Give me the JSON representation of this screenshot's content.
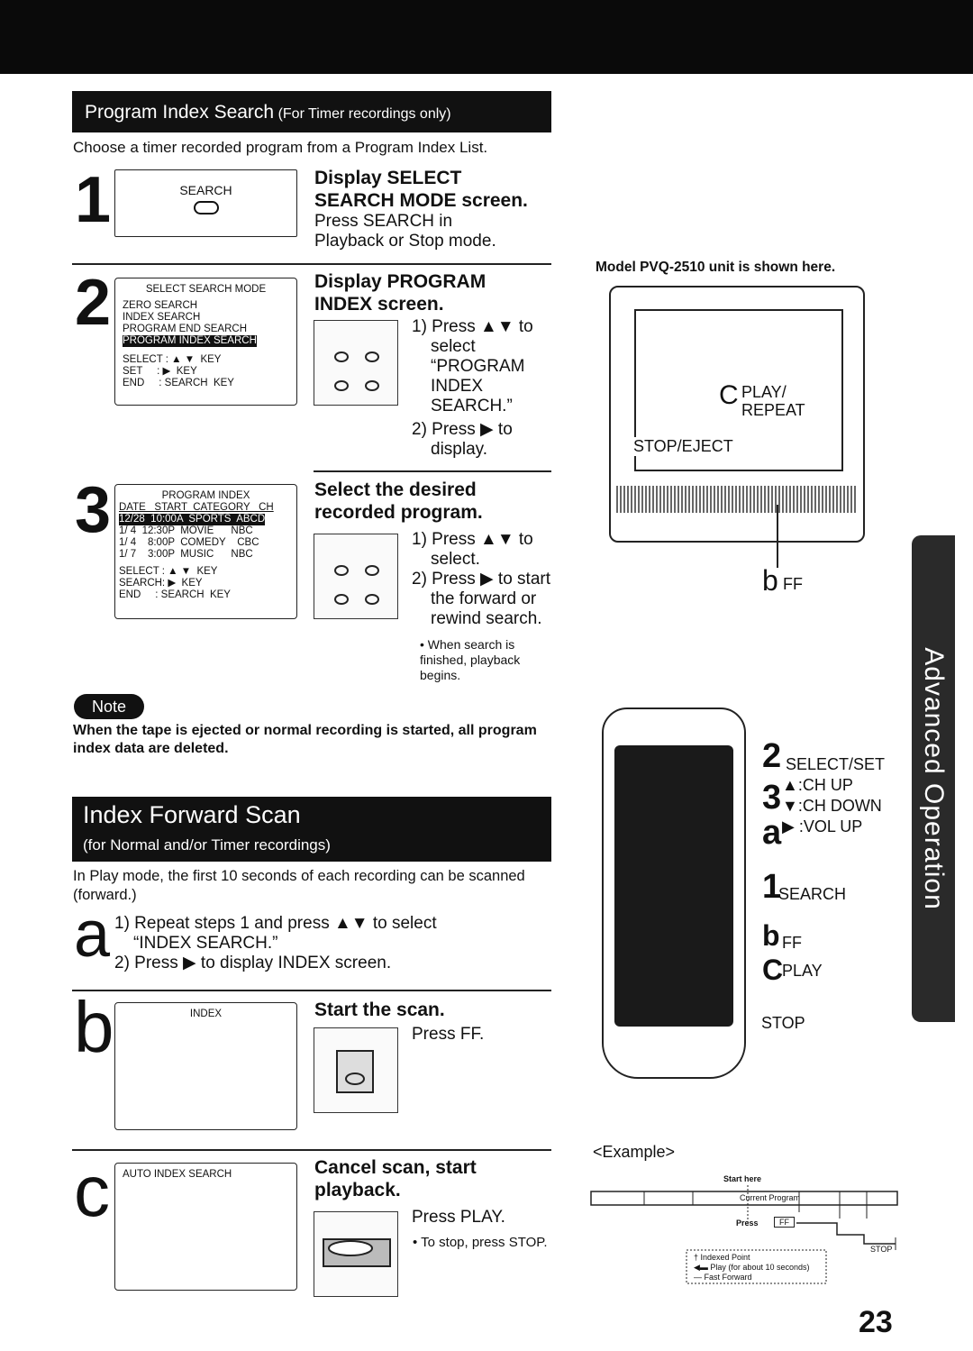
{
  "pis": {
    "title": "Program Index Search",
    "subtitle": "(For Timer recordings only)",
    "intro": "Choose a timer recorded program from a Program Index List.",
    "step1": {
      "num": "1",
      "key": "SEARCH",
      "heading1": "Display SELECT",
      "heading2": "SEARCH MODE screen.",
      "text1": "Press SEARCH in",
      "text2": "Playback or Stop mode."
    },
    "step2": {
      "num": "2",
      "osd_title": "SELECT SEARCH MODE",
      "items": [
        "ZERO  SEARCH",
        "INDEX  SEARCH",
        "PROGRAM  END  SEARCH",
        "PROGRAM  INDEX  SEARCH"
      ],
      "keys": [
        "SELECT : ▲ ▼  KEY",
        "SET     : ▶  KEY",
        "END     : SEARCH  KEY"
      ],
      "heading1": "Display PROGRAM",
      "heading2": "INDEX screen.",
      "i1": "1) Press ▲▼ to",
      "i1b": "select",
      "i1c": "“PROGRAM",
      "i1d": "INDEX",
      "i1e": "SEARCH.”",
      "i2": "2) Press ▶ to",
      "i2b": "display."
    },
    "step3": {
      "num": "3",
      "osd_title": "PROGRAM  INDEX",
      "header": "DATE   START  CATEGORY   CH",
      "rows": [
        "12/28  10:00A  SPORTS  ABCD",
        "1/ 4  12:30P  MOVIE      NBC",
        "1/ 4    8:00P  COMEDY    CBC",
        "1/ 7    3:00P  MUSIC      NBC"
      ],
      "keys": [
        "SELECT : ▲ ▼  KEY",
        "SEARCH: ▶  KEY",
        "END     : SEARCH  KEY"
      ],
      "heading1": "Select the desired",
      "heading2": "recorded program.",
      "i1": "1) Press ▲▼ to",
      "i1b": "select.",
      "i2": "2) Press ▶ to start",
      "i2b": "the forward or",
      "i2c": "rewind search.",
      "note1": "• When search is",
      "note2": "finished, playback",
      "note3": "begins."
    }
  },
  "note": {
    "badge": "Note",
    "text": "When the tape is ejected or normal recording is started, all program index data are deleted."
  },
  "ifs": {
    "title": "Index Forward Scan",
    "subtitle": "(for Normal and/or Timer recordings)",
    "intro": "In Play mode, the first 10 seconds of each recording can be scanned (forward.)",
    "a": {
      "letter": "a",
      "l1": "1) Repeat steps 1 and press ▲▼ to select",
      "l2": "“INDEX SEARCH.”",
      "l3": "2) Press ▶ to display INDEX screen."
    },
    "b": {
      "letter": "b",
      "osd": "INDEX",
      "heading": "Start the scan.",
      "text": "Press FF."
    },
    "c": {
      "letter": "c",
      "osd": "AUTO  INDEX  SEARCH",
      "heading1": "Cancel scan, start",
      "heading2": "playback.",
      "text": "Press PLAY.",
      "note": "• To stop, press STOP."
    }
  },
  "vcr": {
    "caption": "Model PVQ-2510 unit is shown here.",
    "play_letter": "C",
    "play1": "PLAY/",
    "play2": "REPEAT",
    "stop": "STOP/EJECT",
    "ff_letter": "b",
    "ff": "FF"
  },
  "remote": {
    "l2": "2",
    "select": "SELECT/SET",
    "l3": "3",
    "chup": "▲:CH UP",
    "chdown": "▼:CH DOWN",
    "la": "a",
    "volup": "▶ :VOL UP",
    "l1": "1",
    "search": "SEARCH",
    "lb": "b",
    "ff": "FF",
    "lc": "C",
    "play": "PLAY",
    "stop": "STOP"
  },
  "example": {
    "title": "<Example>",
    "start": "Start here",
    "cur": "Current",
    "prog": "Program",
    "press": "Press",
    "ff": "FF",
    "stop": "STOP",
    "legend": [
      "† Indexed Point",
      "◀▬ Play (for about 10 seconds)",
      "— Fast Forward"
    ]
  },
  "side_tab": "Advanced Operation",
  "page_number": "23"
}
